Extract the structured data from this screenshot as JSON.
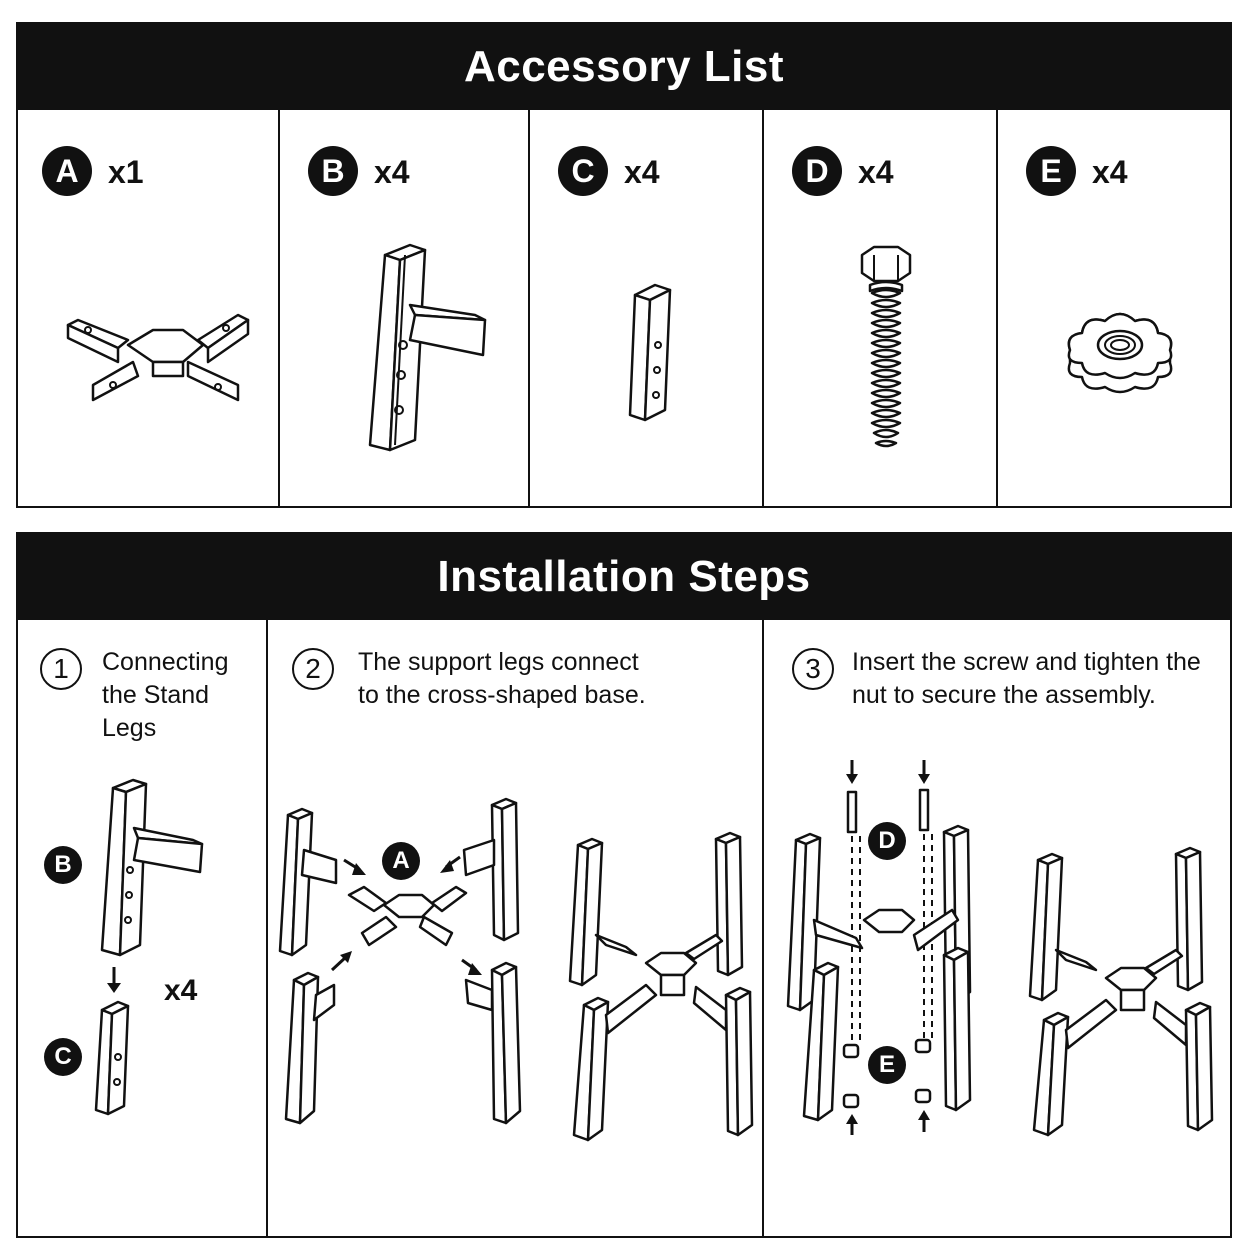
{
  "accessory": {
    "title": "Accessory List",
    "parts": [
      {
        "letter": "A",
        "qty": "x1"
      },
      {
        "letter": "B",
        "qty": "x4"
      },
      {
        "letter": "C",
        "qty": "x4"
      },
      {
        "letter": "D",
        "qty": "x4"
      },
      {
        "letter": "E",
        "qty": "x4"
      }
    ]
  },
  "installation": {
    "title": "Installation Steps",
    "steps": [
      {
        "num": "1",
        "text": "Connecting\nthe Stand\nLegs",
        "labels": [
          "B",
          "C"
        ],
        "multiplier": "x4"
      },
      {
        "num": "2",
        "text": "The support legs connect\nto the cross-shaped base.",
        "labels": [
          "A"
        ]
      },
      {
        "num": "3",
        "text": "Insert the screw and tighten the\nnut to secure the assembly.",
        "labels": [
          "D",
          "E"
        ]
      }
    ]
  },
  "icons": [
    "cross-base-icon",
    "support-leg-icon",
    "extension-leg-icon",
    "screw-icon",
    "star-nut-icon",
    "stand-assembly-icon",
    "arrow-icon"
  ]
}
